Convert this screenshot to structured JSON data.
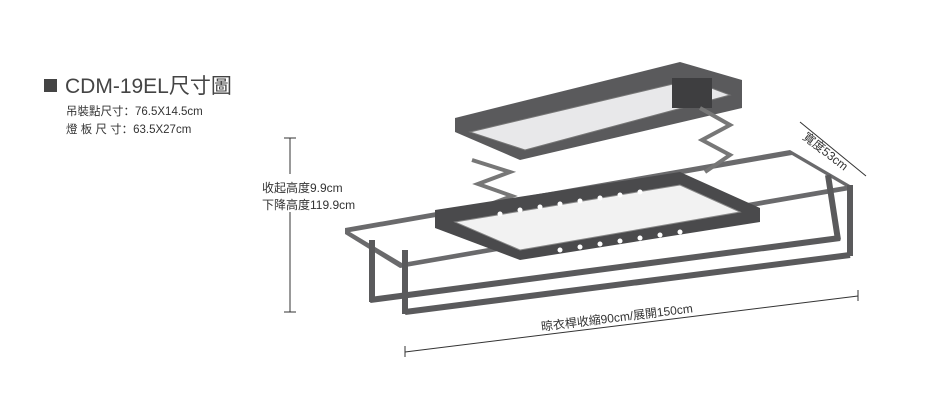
{
  "title": "CDM-19EL尺寸圖",
  "specs": [
    {
      "label": "吊裝點尺寸：",
      "value": "76.5X14.5cm"
    },
    {
      "label": "燈 板 尺 寸：",
      "value": "63.5X27cm"
    }
  ],
  "dimensions": {
    "height_retracted": "收起高度9.9cm",
    "height_lowered": "下降高度119.9cm",
    "width": "寬度53cm",
    "rod_length": "晾衣桿收縮90cm/展開150cm"
  },
  "colors": {
    "frame": "#5a5a5c",
    "frame_dark": "#3e3e40",
    "panel": "#e8e8ea",
    "line": "#333333"
  }
}
